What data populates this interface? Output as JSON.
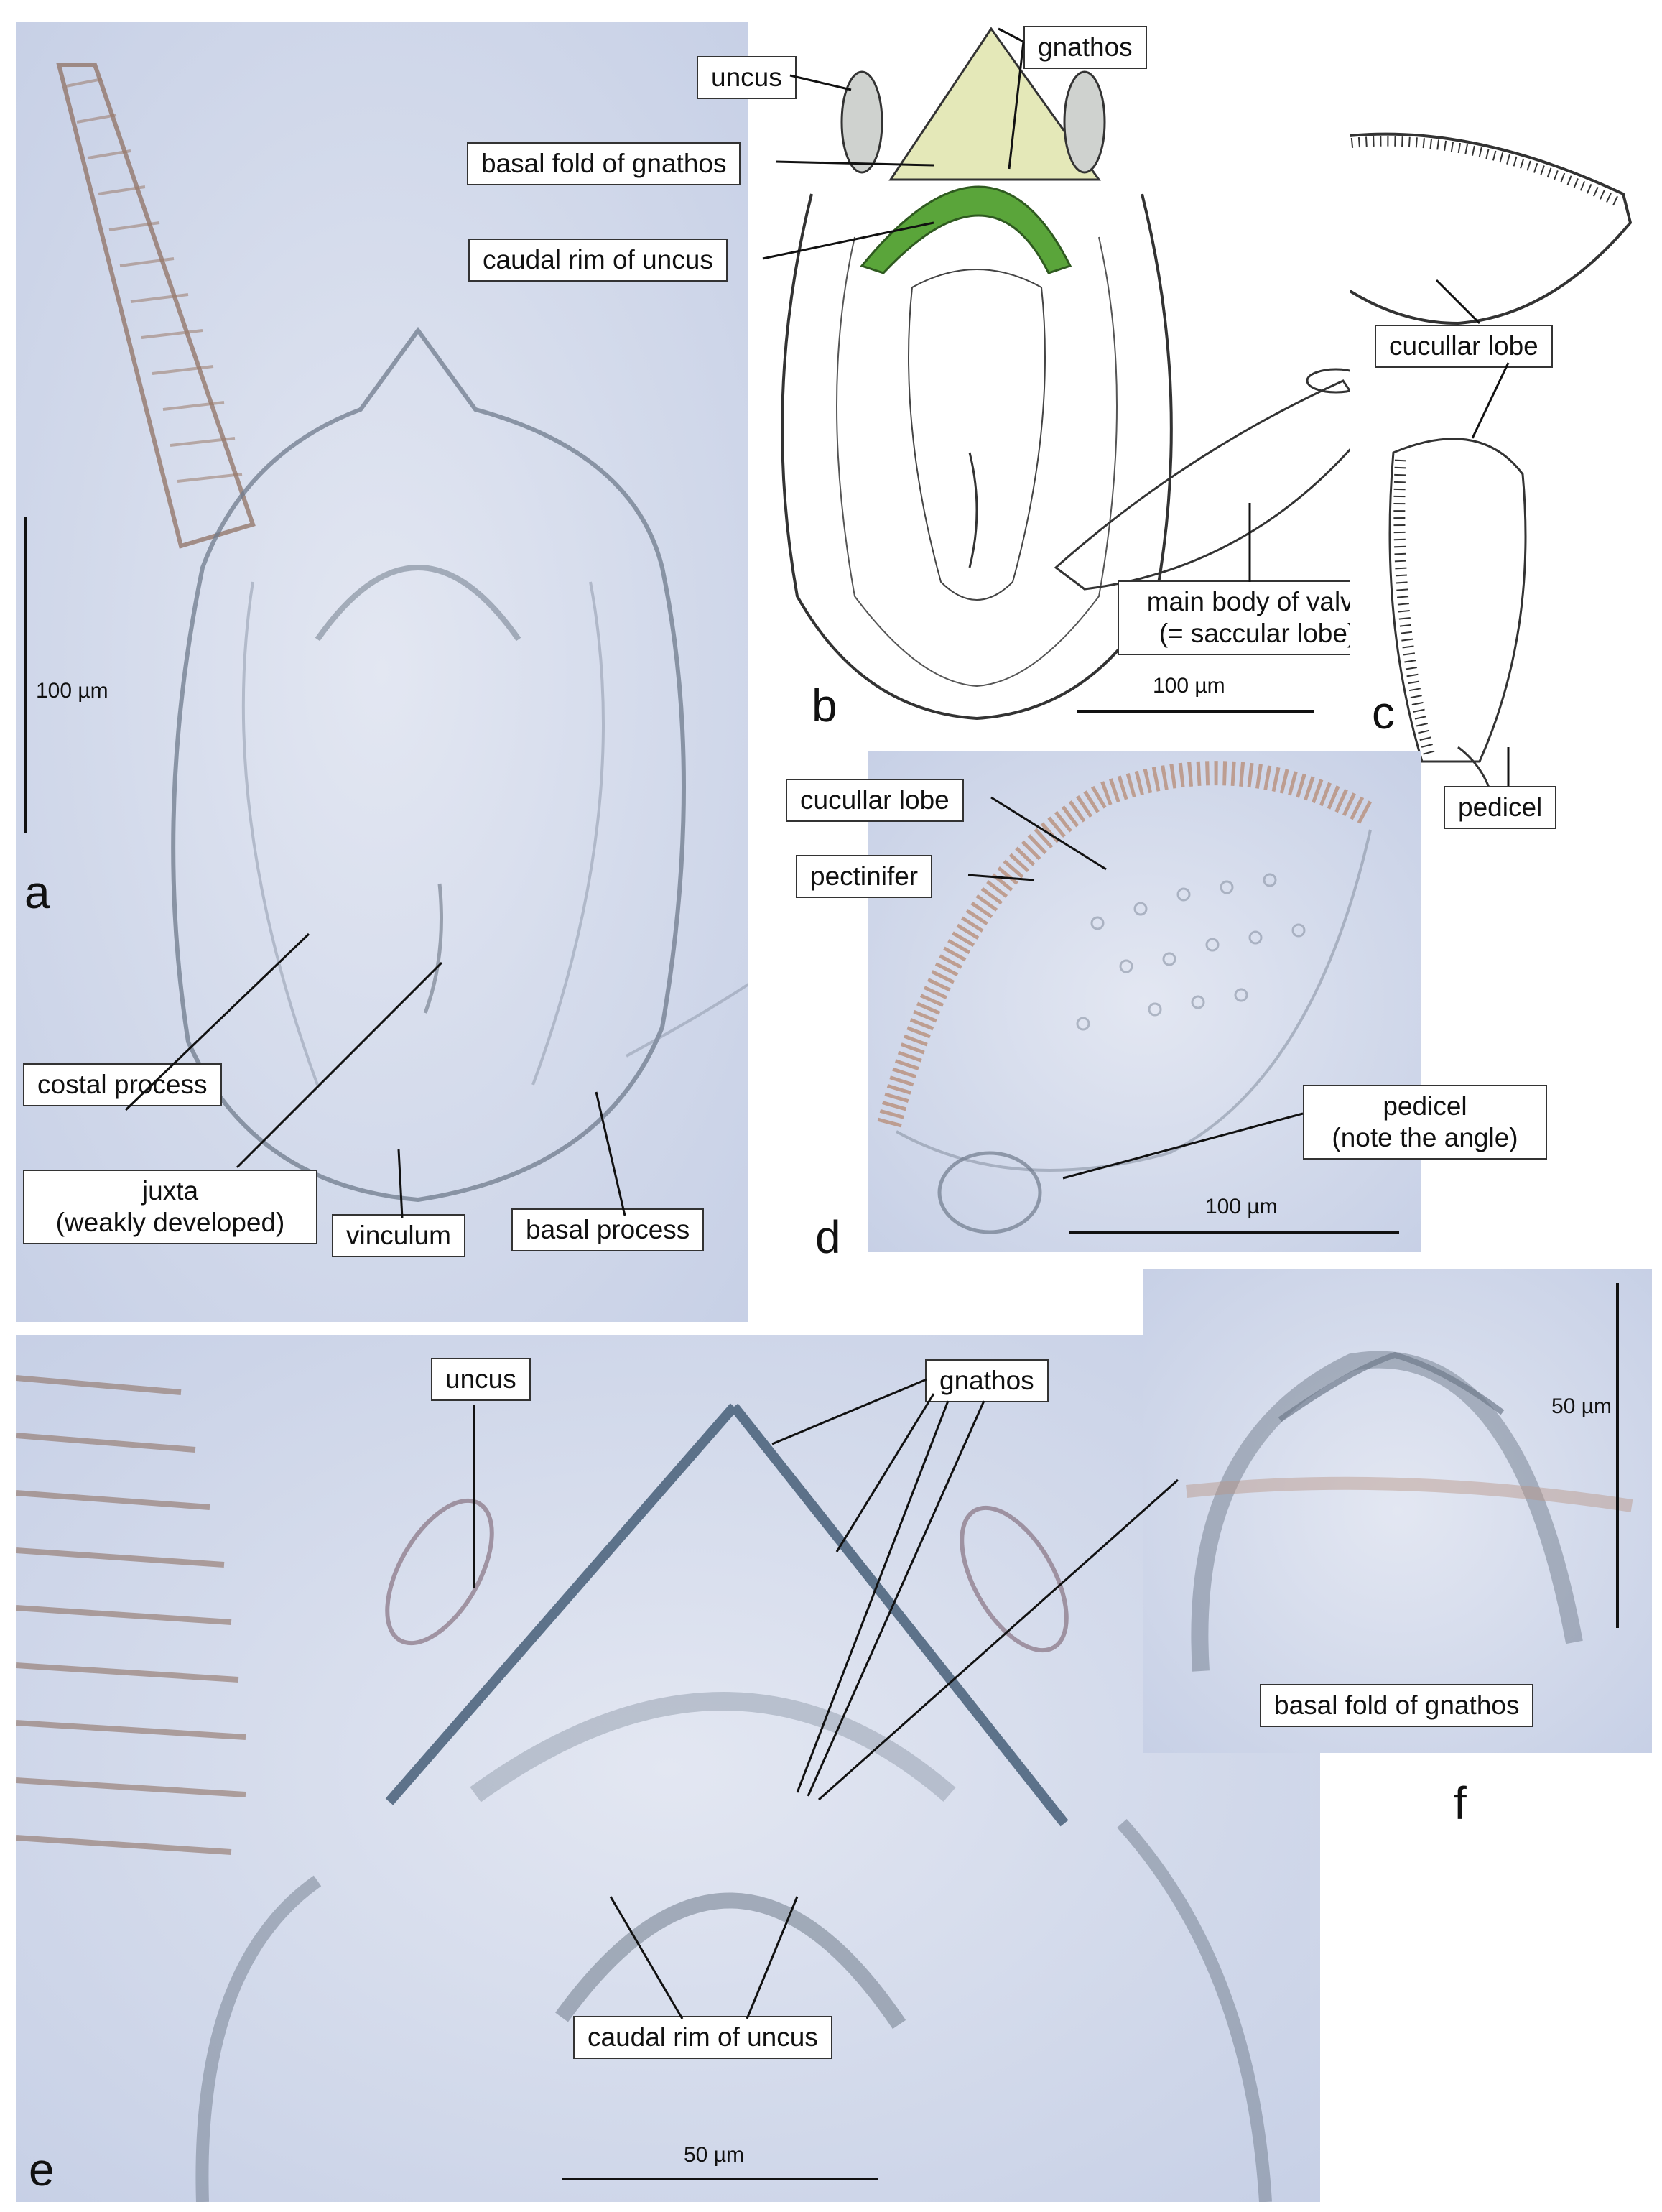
{
  "panels": {
    "a": {
      "letter": "a",
      "scale": "100 µm",
      "labels": {
        "costal_process": "costal process",
        "juxta_line1": "juxta",
        "juxta_line2": "(weakly developed)",
        "vinculum": "vinculum",
        "basal_process": "basal process"
      }
    },
    "b": {
      "letter": "b",
      "scale": "100 µm",
      "labels": {
        "uncus": "uncus",
        "gnathos": "gnathos",
        "basal_fold": "basal fold of gnathos",
        "caudal_rim": "caudal rim of uncus",
        "main_body_line1": "main body of valva",
        "main_body_line2": "(= saccular lobe)"
      }
    },
    "c": {
      "letter": "c",
      "labels": {
        "cucullar_lobe": "cucullar lobe",
        "pedicel": "pedicel"
      }
    },
    "d": {
      "letter": "d",
      "scale": "100 µm",
      "labels": {
        "cucullar_lobe": "cucullar lobe",
        "pectinifer": "pectinifer",
        "pedicel_line1": "pedicel",
        "pedicel_line2": "(note the angle)"
      }
    },
    "e": {
      "letter": "e",
      "scale": "50 µm",
      "labels": {
        "uncus": "uncus",
        "gnathos": "gnathos",
        "caudal_rim": "caudal rim of uncus"
      }
    },
    "f": {
      "letter": "f",
      "scale": "50 µm",
      "labels": {
        "basal_fold": "basal fold of gnathos"
      }
    }
  },
  "colors": {
    "micrograph_bg": "#d3daeb",
    "drawing_bg": "#ffffff",
    "gnathos_fill": "#e4e8b8",
    "basal_fold_fill": "#5aa53a"
  }
}
